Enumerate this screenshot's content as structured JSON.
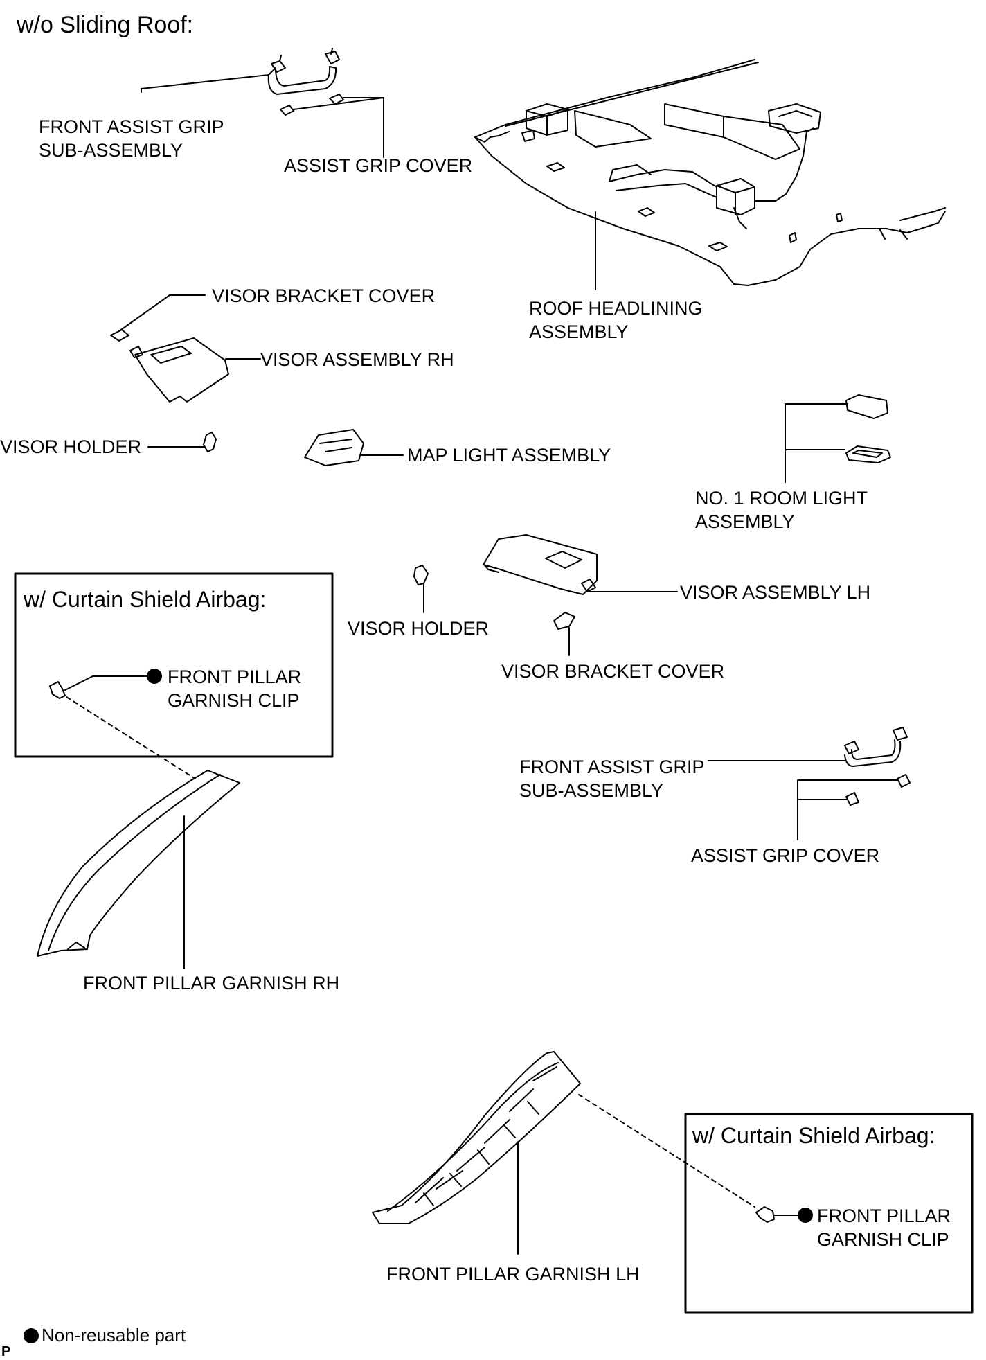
{
  "header": {
    "title": "w/o Sliding Roof:"
  },
  "labels": {
    "front_assist_grip_top_1": "FRONT ASSIST GRIP",
    "front_assist_grip_top_2": "SUB-ASSEMBLY",
    "assist_grip_cover_top": "ASSIST GRIP COVER",
    "visor_bracket_cover_top": "VISOR BRACKET COVER",
    "visor_assembly_rh": "VISOR ASSEMBLY RH",
    "roof_headlining_1": "ROOF HEADLINING",
    "roof_headlining_2": "ASSEMBLY",
    "visor_holder_left": "VISOR HOLDER",
    "map_light": "MAP LIGHT ASSEMBLY",
    "room_light_1": "NO. 1 ROOM LIGHT",
    "room_light_2": "ASSEMBLY",
    "visor_holder_mid": "VISOR HOLDER",
    "visor_assembly_lh": "VISOR ASSEMBLY LH",
    "visor_bracket_cover_mid": "VISOR BRACKET COVER",
    "front_assist_grip_bot_1": "FRONT ASSIST GRIP",
    "front_assist_grip_bot_2": "SUB-ASSEMBLY",
    "assist_grip_cover_bot": "ASSIST GRIP COVER",
    "front_pillar_garnish_rh": "FRONT PILLAR GARNISH RH",
    "front_pillar_garnish_lh": "FRONT PILLAR GARNISH LH"
  },
  "boxes": {
    "left": {
      "title": "w/ Curtain Shield Airbag:",
      "clip_1": "FRONT PILLAR",
      "clip_2": "GARNISH CLIP"
    },
    "right": {
      "title": "w/ Curtain Shield Airbag:",
      "clip_1": "FRONT PILLAR",
      "clip_2": "GARNISH CLIP"
    }
  },
  "legend": {
    "non_reusable": "Non-reusable part"
  },
  "corner_mark": "P"
}
